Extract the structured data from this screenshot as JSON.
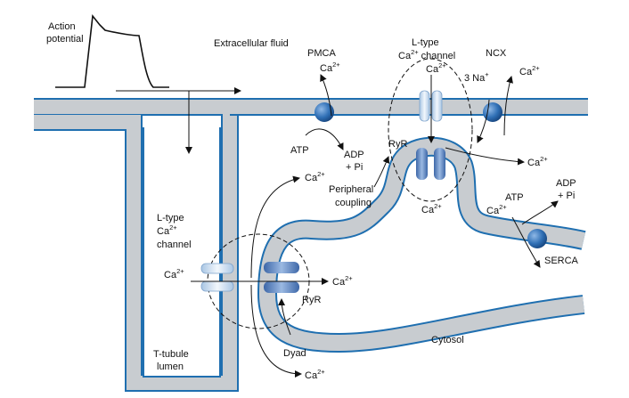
{
  "labels": {
    "action_potential_1": "Action",
    "action_potential_2": "potential",
    "extracellular_fluid": "Extracellular fluid",
    "pmca": "PMCA",
    "pmca_ca": "Ca",
    "pmca_ca_sup": "2+",
    "atp_pmca": "ATP",
    "adp_pmca": "ADP",
    "pi_pmca": "+ Pi",
    "ltype_top_1": "L-type",
    "ltype_top_2a": "Ca",
    "ltype_top_2sup": "2+",
    "ltype_top_2b": " channel",
    "ltype_top_ca": "Ca",
    "ltype_top_ca_sup": "2+",
    "ncx": "NCX",
    "ncx_na": "3 Na",
    "ncx_na_sup": "+",
    "ncx_ca": "Ca",
    "ncx_ca_sup": "2+",
    "ryr_top": "RyR",
    "peripheral_1": "Peripheral",
    "peripheral_2": "coupling",
    "ca_release_right": "Ca",
    "ca_release_right_sup": "2+",
    "ca_below_ryr_top": "Ca",
    "ca_below_ryr_top_sup": "2+",
    "ca_dyad_up": "Ca",
    "ca_dyad_up_sup": "2+",
    "ltype_left_1": "L-type",
    "ltype_left_2": "Ca",
    "ltype_left_2sup": "2+",
    "ltype_left_3": "channel",
    "ca_left": "Ca",
    "ca_left_sup": "2+",
    "ca_dyad_right": "Ca",
    "ca_dyad_right_sup": "2+",
    "ryr_dyad": "RyR",
    "dyad": "Dyad",
    "ca_dyad_down": "Ca",
    "ca_dyad_down_sup": "2+",
    "atp_serca": "ATP",
    "ca_serca": "Ca",
    "ca_serca_sup": "2+",
    "adp_serca": "ADP",
    "pi_serca": "+ Pi",
    "serca": "SERCA",
    "cytosol": "Cytosol",
    "ttubule_1": "T-tubule",
    "ttubule_2": "lumen"
  },
  "colors": {
    "membrane_fill": "#c8ccd0",
    "membrane_edge": "#1f6fb0",
    "pump_blue": "#2f6fb5",
    "channel_light": "#c9dcef",
    "ryr_blue": "#5c86c4"
  }
}
